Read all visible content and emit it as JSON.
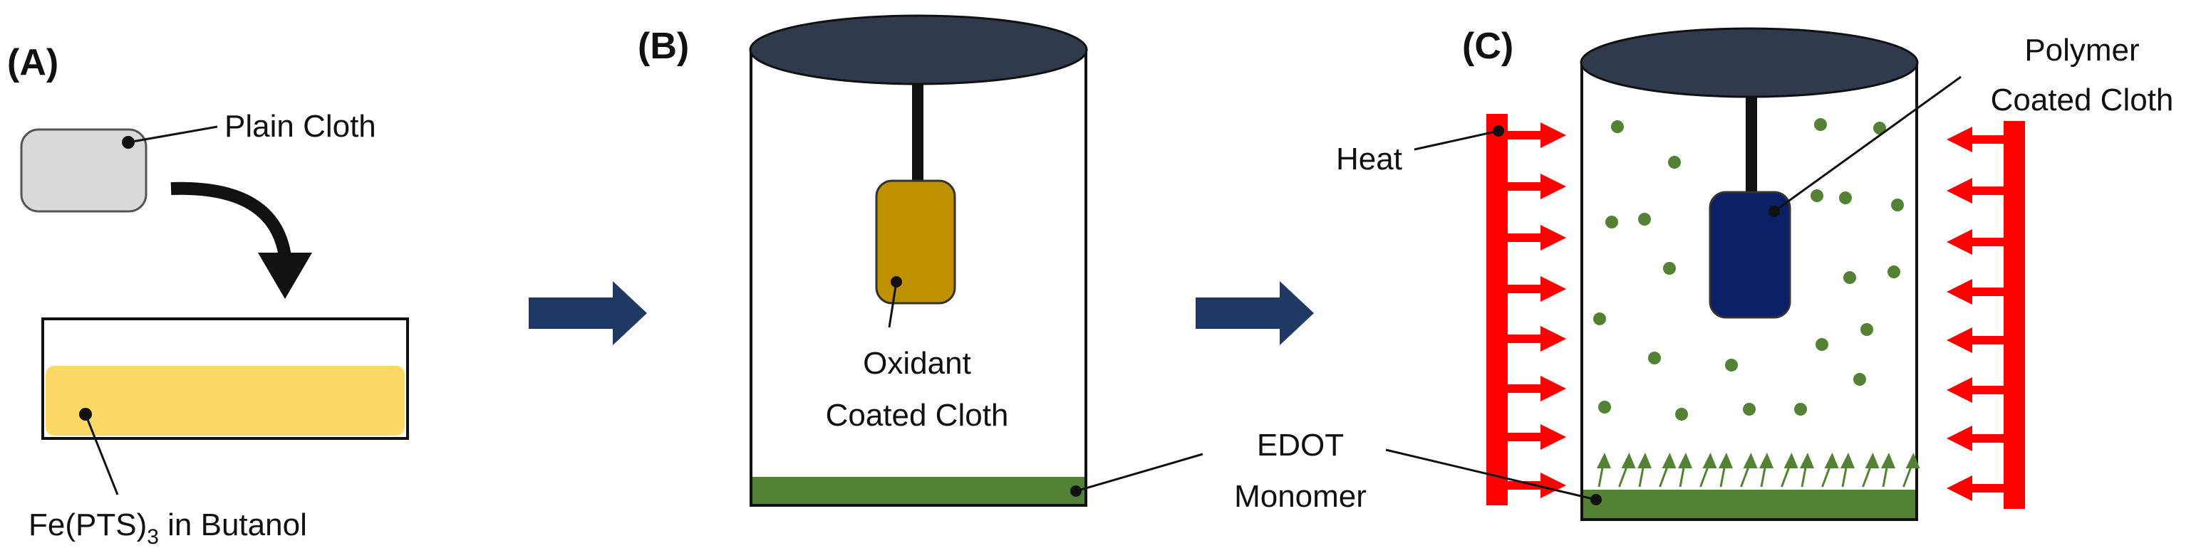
{
  "panels": {
    "a": {
      "label": "(A)",
      "plain_cloth": "Plain Cloth",
      "solution": {
        "prefix": "Fe(PTS)",
        "subscript": "3",
        "suffix": " in Butanol"
      }
    },
    "b": {
      "label": "(B)",
      "cloth_line1": "Oxidant",
      "cloth_line2": "Coated Cloth"
    },
    "c": {
      "label": "(C)",
      "heat": "Heat",
      "cloth_line1": "Polymer",
      "cloth_line2": "Coated Cloth"
    }
  },
  "shared": {
    "monomer_line1": "EDOT",
    "monomer_line2": "Monomer"
  },
  "colors": {
    "lid": "#2f3a4d",
    "plain_cloth": "#d9d9d9",
    "solution": "#fcd966",
    "oxidant_cloth": "#bf9000",
    "polymer_cloth": "#0b1f66",
    "edot": "#548235",
    "heat": "#ff0000",
    "process_arrow": "#1f3864"
  },
  "icons": {
    "process_arrow": "right-arrow-icon",
    "drop_arrow": "curved-down-arrow-icon",
    "heat_arrow": "heat-arrow-icon"
  }
}
